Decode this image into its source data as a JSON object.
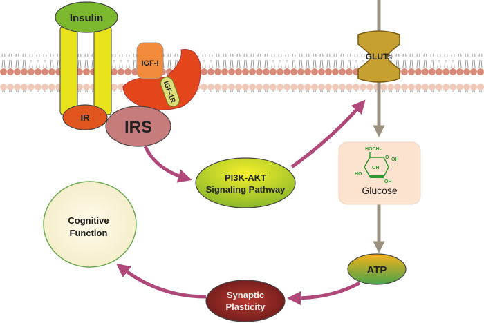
{
  "labels": {
    "insulin": "Insulin",
    "igf1": "IGF-I",
    "igf1r": "IGF-1R",
    "ir": "IR",
    "irs": "IRS",
    "pi3k_line1": "PI3K-AKT",
    "pi3k_line2": "Signaling Pathway",
    "gluts": "GLUTs",
    "glucose": "Glucose",
    "glucose_hoch2": "HOCH₂",
    "glucose_oh": "OH",
    "glucose_o": "O",
    "glucose_ho": "HO",
    "atp": "ATP",
    "synaptic_line1": "Synaptic",
    "synaptic_line2": "Plasticity",
    "cognitive_line1": "Cognitive",
    "cognitive_line2": "Function"
  },
  "colors": {
    "arrow": "#b0487a",
    "transport_arrow": "#9b8f80",
    "insulin": "#7bb82e",
    "pillar": "#e8e21a",
    "ir": "#e0561e",
    "irs": "#c77c7c",
    "igf1r": "#e2461a",
    "glucose_structure": "#2e9a2e"
  }
}
